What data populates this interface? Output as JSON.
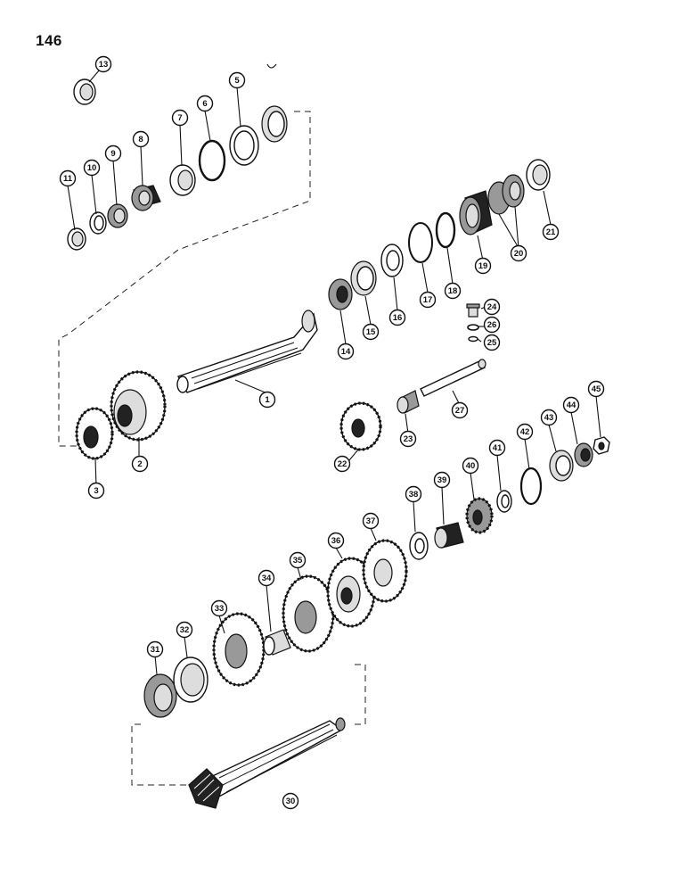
{
  "page_number": "146",
  "callouts": [
    {
      "id": "1"
    },
    {
      "id": "2"
    },
    {
      "id": "3"
    },
    {
      "id": "5"
    },
    {
      "id": "6"
    },
    {
      "id": "7"
    },
    {
      "id": "8"
    },
    {
      "id": "9"
    },
    {
      "id": "10"
    },
    {
      "id": "11"
    },
    {
      "id": "13"
    },
    {
      "id": "14"
    },
    {
      "id": "15"
    },
    {
      "id": "16"
    },
    {
      "id": "17"
    },
    {
      "id": "18"
    },
    {
      "id": "19"
    },
    {
      "id": "20"
    },
    {
      "id": "21"
    },
    {
      "id": "22"
    },
    {
      "id": "23"
    },
    {
      "id": "24"
    },
    {
      "id": "25"
    },
    {
      "id": "26"
    },
    {
      "id": "27"
    },
    {
      "id": "30"
    },
    {
      "id": "31"
    },
    {
      "id": "32"
    },
    {
      "id": "33"
    },
    {
      "id": "34"
    },
    {
      "id": "35"
    },
    {
      "id": "36"
    },
    {
      "id": "37"
    },
    {
      "id": "38"
    },
    {
      "id": "39"
    },
    {
      "id": "40"
    },
    {
      "id": "41"
    },
    {
      "id": "42"
    },
    {
      "id": "43"
    },
    {
      "id": "44"
    },
    {
      "id": "45"
    }
  ]
}
